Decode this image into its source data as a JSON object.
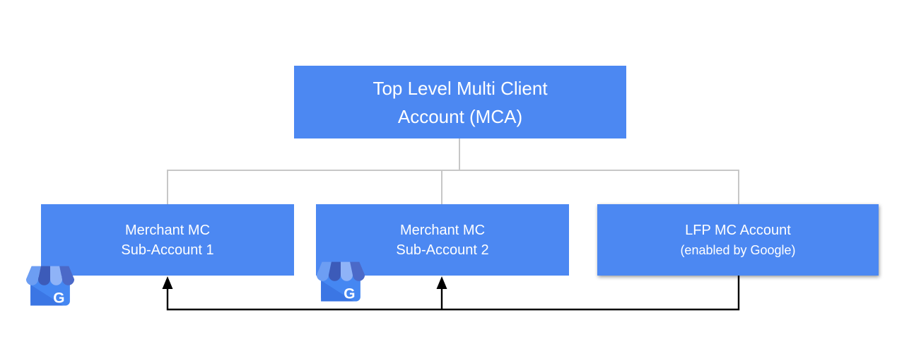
{
  "diagram": {
    "nodes": {
      "mca": {
        "line1": "Top Level Multi Client",
        "line2": "Account (MCA)"
      },
      "sub1": {
        "line1": "Merchant MC",
        "line2": "Sub-Account 1"
      },
      "sub2": {
        "line1": "Merchant MC",
        "line2": "Sub-Account 2"
      },
      "lfp": {
        "line1": "LFP MC Account",
        "line2": "(enabled by Google)"
      }
    },
    "icon": {
      "name": "google-my-business-storefront",
      "letter": "G"
    },
    "colors": {
      "node_fill": "#4c88f2",
      "node_text": "#ffffff",
      "connector": "#c7c7c7",
      "arrow": "#000000",
      "icon_body": "#4587f2",
      "icon_fold": "#3b76e4",
      "icon_stripes": [
        "#6d9ef3",
        "#3c5bb9",
        "#8fb3f7",
        "#4b69c8"
      ]
    }
  }
}
